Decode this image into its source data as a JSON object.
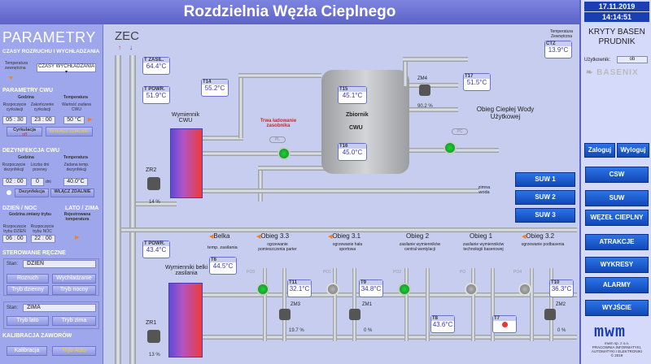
{
  "title": "Rozdzielnia Węzła Cieplnego",
  "datetime": {
    "date": "17.11.2019",
    "time": "14:14:51"
  },
  "site": {
    "name_line1": "KRYTY BASEN",
    "name_line2": "PRUDNIK",
    "user_label": "Użytkownik:",
    "user_value": "ob",
    "brand": "BASENIX"
  },
  "side_buttons": {
    "login": "Zaloguj",
    "logout": "Wyloguj",
    "nav": [
      "CSW",
      "SUW",
      "WĘZEŁ CIEPLNY",
      "ATRAKCJE",
      "WYKRESY",
      "ALARMY",
      "WYJŚCIE"
    ]
  },
  "suw_buttons": [
    "SUW 1",
    "SUW 2",
    "SUW 3"
  ],
  "company": {
    "logo": "mwm",
    "line1": "mwm sp. z o.o.",
    "line2": "PRACOWNIA INFORMATYKI,",
    "line3": "AUTOMATYKI I ELEKTRONIKI",
    "line4": "© 2019"
  },
  "params": {
    "header": "PARAMETRY",
    "s1": "CZASY ROZRUCHU I WYCHŁADZANIA",
    "temp_zew_label": "Temperatura zewnętrzna",
    "mode_select": "CZASY WYCHŁADZANIA",
    "cwu": {
      "title": "PARAMETRY CWU",
      "col_time": "Godzina",
      "col_temp": "Temperatura",
      "start_lbl": "Rozpoczęcie cyrkulacji",
      "end_lbl": "Zakończenie cyrkulacji",
      "setp_lbl": "Wartość zadana CWU",
      "start": "05 : 30",
      "end": "23 : 00",
      "setp": "50 °C",
      "cyrk_label": "Cyrkulacja",
      "cyrk_state": "off",
      "cyrk_btn": "WYŁĄCZ ZDALNIE"
    },
    "dez": {
      "title": "DEZYNFEKCJA CWU",
      "col_time": "Godzina",
      "col_temp": "Temperatura",
      "c1": "Rozpoczęcie dezynfekcji",
      "c2": "Liczba dni przerwy",
      "c3": "Zadana temp. dezynfekcji",
      "hour": "02 : 00",
      "days": "0",
      "days_unit": "dni",
      "temp": "40.0°C",
      "label": "Dezynfekcja",
      "btn": "WŁĄCZ ZDALNIE"
    },
    "day": {
      "title": "DZIEŃ / NOC",
      "season": "LATO / ZIMA",
      "c1": "Godzina zmiany trybu",
      "c2": "Rejestrowana temperatura",
      "s_day": "Rozpoczęcie trybu DZIEŃ",
      "s_night": "Rozpoczęcie trybu NOC",
      "day": "06 : 00",
      "night": "22 : 00"
    },
    "manual": {
      "title": "STEROWANIE RĘCZNE",
      "state_lbl": "Stan:",
      "state1": "DZIEŃ",
      "b1": "Rozruch",
      "b2": "Wychładzanie",
      "b3": "Tryb dzienny",
      "b4": "Tryb nocny",
      "state2": "ZIMA",
      "b5": "Tryb lato",
      "b6": "Tryb zima"
    },
    "calib": {
      "title": "KALIBRACJA ZAWORÓW",
      "b1": "Kalibracja",
      "b2": "Tryb Auto"
    }
  },
  "scada": {
    "zec": "ZEC",
    "tz": {
      "label": "T ZASIL.",
      "value": "64.4°C"
    },
    "tp": {
      "label": "T POWR.",
      "value": "51.9°C"
    },
    "tp2": {
      "label": "T POWR.",
      "value": "43.4°C"
    },
    "tz_outdoor": {
      "caption": "Temperatura Zewnętrzna",
      "label": "CTZ",
      "value": "13.9°C"
    },
    "t14": {
      "label": "T14",
      "value": "55.2°C"
    },
    "t15": {
      "label": "T15",
      "value": "45.1°C"
    },
    "t16": {
      "label": "T16",
      "value": "45.0°C"
    },
    "t17": {
      "label": "T17",
      "value": "51.5°C"
    },
    "t6": {
      "label": "T6",
      "value": "44.5°C"
    },
    "t11": {
      "label": "T11",
      "value": "32.1°C"
    },
    "t9": {
      "label": "T9",
      "value": "34.8°C"
    },
    "t8": {
      "label": "T8",
      "value": "43.6°C"
    },
    "t7": {
      "label": "T7",
      "value": ""
    },
    "t10": {
      "label": "T10",
      "value": "36.3°C"
    },
    "tank_title": "Zbiornik",
    "tank_sub": "CWU",
    "charge_note": "Trwa ładowanie zasobnika",
    "cwu_hx": "Wymiennik CWU",
    "belka_hx": "Wymienniki belki zasilania",
    "zr2": "ZR2",
    "zr2_pct": "14 %",
    "zr1": "ZR1",
    "zr1_pct": "13 %",
    "zm4": "ZM4",
    "zm4_pct": "90.2 %",
    "zm3": "ZM3",
    "zm3_pct": "19.7 %",
    "zm1": "ZM1",
    "zm1_pct": "0 %",
    "zm2": "ZM2",
    "zm2_pct": "0 %",
    "pl": "PL",
    "pc": "PC",
    "hot_water": "Obieg Ciepłej Wody Użytkowej",
    "cold": "zimna woda",
    "belka": "Belka",
    "temp_zas": "temp. zasilania",
    "circuits": [
      {
        "name": "Obieg 3.3",
        "desc": "ogrzewanie pomieszczenia parter"
      },
      {
        "name": "Obieg 3.1",
        "desc": "ogrzewanie hala sportowa"
      },
      {
        "name": "Obieg 2",
        "desc": "zasilanie wymienników central wentylacji"
      },
      {
        "name": "Obieg 1",
        "desc": "zasilanie wymienników technologii basenowej"
      },
      {
        "name": "Obieg 3.2",
        "desc": "ogrzewanie podbasenia"
      }
    ],
    "po": [
      "PO3",
      "PO1",
      "PO2",
      "PO",
      "PO4"
    ]
  },
  "colors": {
    "accent": "#1248b6",
    "title": "#5d63c8",
    "panel": "#9ea6ec"
  }
}
